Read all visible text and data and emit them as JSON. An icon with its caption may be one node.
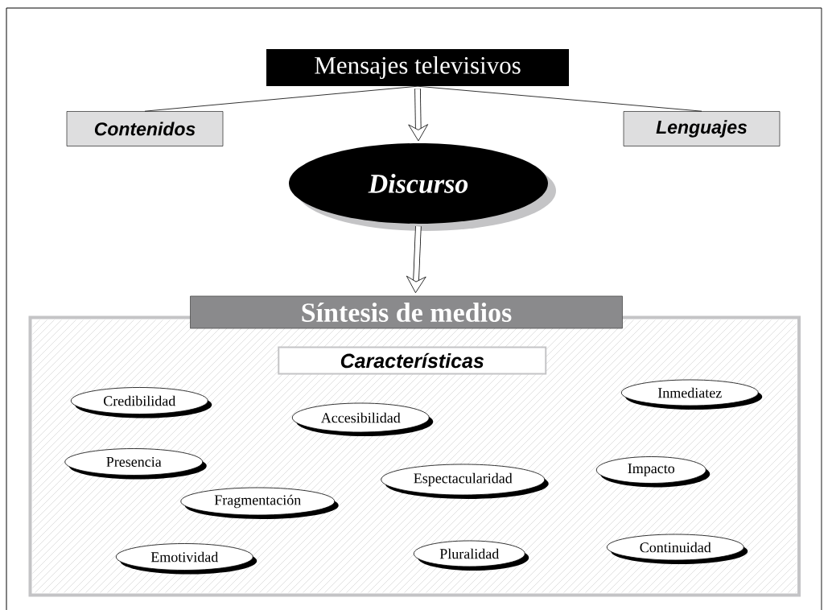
{
  "diagram": {
    "nodes": [
      {
        "text": [
          "Mensajes televisivos"
        ]
      },
      {
        "text": [
          "Contenidos"
        ]
      },
      {
        "text": [
          "Lenguajes"
        ]
      },
      {
        "text": [
          "Discurso"
        ]
      },
      {
        "text": [
          "Síntesis de medios"
        ]
      },
      {
        "text": [
          "Características"
        ],
        "in": 4
      },
      {
        "text": [
          "Credibilidad"
        ],
        "in": 4
      },
      {
        "text": [
          "Accesibilidad"
        ],
        "in": 4
      },
      {
        "text": [
          "Inmediatez"
        ],
        "in": 4
      },
      {
        "text": [
          "Presencia"
        ],
        "in": 4
      },
      {
        "text": [
          "Espectacularidad"
        ],
        "in": 4
      },
      {
        "text": [
          "Impacto"
        ],
        "in": 4
      },
      {
        "text": [
          "Fragmentación"
        ],
        "in": 4
      },
      {
        "text": [
          "Emotividad"
        ],
        "in": 4
      },
      {
        "text": [
          "Pluralidad"
        ],
        "in": 4
      },
      {
        "text": [
          "Continuidad"
        ],
        "in": 4
      }
    ],
    "edges": [
      {
        "from": 0,
        "to": 1,
        "arrow": "none"
      },
      {
        "from": 0,
        "to": 2,
        "arrow": "none"
      },
      {
        "from": 0,
        "to": 3,
        "arrow": "to",
        "style": "thick"
      },
      {
        "from": 3,
        "to": 4,
        "arrow": "to",
        "style": "thick"
      }
    ]
  }
}
